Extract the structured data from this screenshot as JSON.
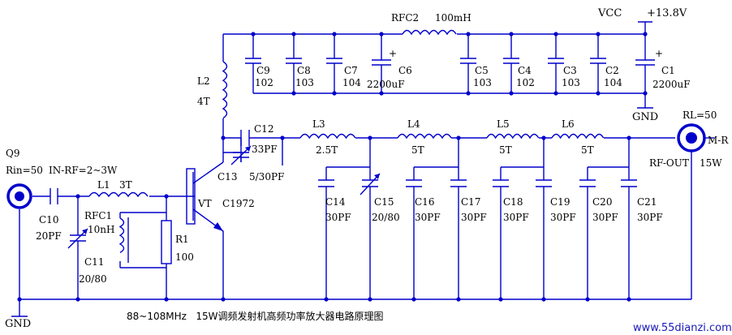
{
  "supply": {
    "vcc": "VCC",
    "voltage": "+13.8V"
  },
  "input": {
    "connector": "Q9",
    "rin": "Rin=50",
    "power": "IN-RF=2~3W",
    "ground": "GND"
  },
  "output": {
    "rl": "RL=50",
    "connector": "M-R",
    "label": "RF-OUT",
    "power": "15W"
  },
  "ground_label": "GND",
  "transistor": {
    "ref": "VT",
    "part": "C1972"
  },
  "components": {
    "C1": {
      "ref": "C1",
      "value": "2200uF"
    },
    "C2": {
      "ref": "C2",
      "value": "104"
    },
    "C3": {
      "ref": "C3",
      "value": "103"
    },
    "C4": {
      "ref": "C4",
      "value": "102"
    },
    "C5": {
      "ref": "C5",
      "value": "103"
    },
    "C6": {
      "ref": "C6",
      "value": "2200uF"
    },
    "C7": {
      "ref": "C7",
      "value": "104"
    },
    "C8": {
      "ref": "C8",
      "value": "103"
    },
    "C9": {
      "ref": "C9",
      "value": "102"
    },
    "C10": {
      "ref": "C10",
      "value": "20PF"
    },
    "C11": {
      "ref": "C11",
      "value": "20/80"
    },
    "C12": {
      "ref": "C12",
      "value": "33PF"
    },
    "C13": {
      "ref": "C13",
      "value": "5/30PF"
    },
    "C14": {
      "ref": "C14",
      "value": "30PF"
    },
    "C15": {
      "ref": "C15",
      "value": "20/80"
    },
    "C16": {
      "ref": "C16",
      "value": "30PF"
    },
    "C17": {
      "ref": "C17",
      "value": "30PF"
    },
    "C18": {
      "ref": "C18",
      "value": "30PF"
    },
    "C19": {
      "ref": "C19",
      "value": "30PF"
    },
    "C20": {
      "ref": "C20",
      "value": "30PF"
    },
    "C21": {
      "ref": "C21",
      "value": "30PF"
    },
    "L1": {
      "ref": "L1",
      "value": "3T"
    },
    "L2": {
      "ref": "L2",
      "value": "4T"
    },
    "L3": {
      "ref": "L3",
      "value": "2.5T"
    },
    "L4": {
      "ref": "L4",
      "value": "5T"
    },
    "L5": {
      "ref": "L5",
      "value": "5T"
    },
    "L6": {
      "ref": "L6",
      "value": "5T"
    },
    "RFC1": {
      "ref": "RFC1",
      "value": "10nH"
    },
    "RFC2": {
      "ref": "RFC2",
      "value": "100mH"
    },
    "R1": {
      "ref": "R1",
      "value": "100"
    }
  },
  "caption": "88~108MHz   15W调频发射机高频功率放大器电路原理图",
  "watermark": "www.55dianzi.com",
  "colors": {
    "wire": "#0000cc",
    "text": "#000000",
    "background": "#ffffff"
  }
}
